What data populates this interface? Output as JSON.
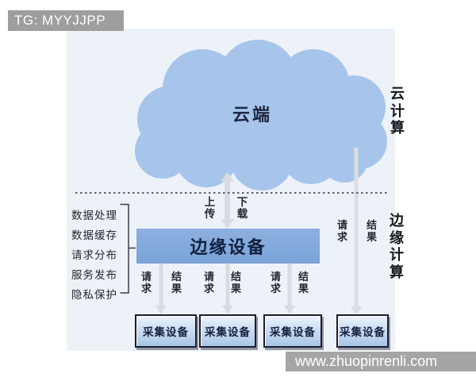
{
  "watermarks": {
    "top": "TG: MYYJJPP",
    "bottom": "www.zhuopinrenli.com"
  },
  "cloud": {
    "label": "云端"
  },
  "sections": {
    "cloud_computing": "云计算",
    "edge_computing": "边缘计算"
  },
  "edge_device": {
    "label": "边缘设备"
  },
  "edge_functions": [
    "数据处理",
    "数据缓存",
    "请求分布",
    "服务发布",
    "隐私保护"
  ],
  "flows": {
    "upload": "上传",
    "download": "下载",
    "request": "请求",
    "result": "结果"
  },
  "collectors": [
    "采集设备",
    "采集设备",
    "采集设备",
    "采集设备"
  ],
  "colors": {
    "cloud": "#a7c5eb",
    "edge_box": "#7aa3d8",
    "collector_fill": "#c5d9f0",
    "connector": "#dadde1",
    "banner": "#9e9e9e"
  }
}
